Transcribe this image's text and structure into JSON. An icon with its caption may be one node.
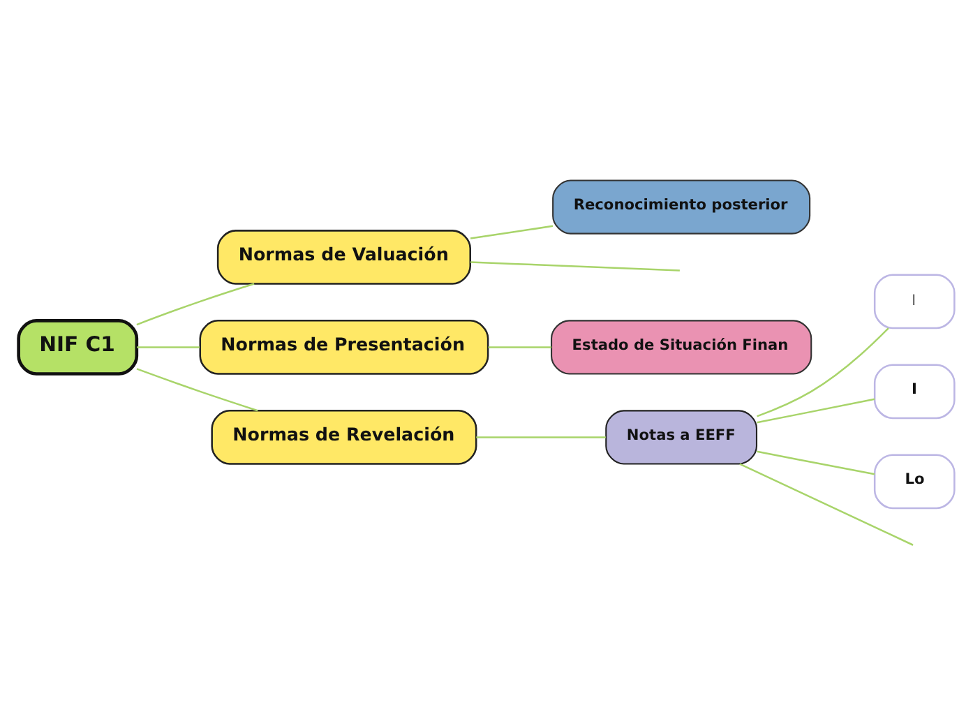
{
  "diagram": {
    "nodes": [
      {
        "text": [
          "NIF C1"
        ]
      },
      {
        "text": [
          "Normas de Valuación"
        ]
      },
      {
        "text": [
          "Reconocimiento posterior"
        ]
      },
      {
        "text": [
          "Normas de Presentación"
        ]
      },
      {
        "text": [
          "Estado de Situación Finan"
        ]
      },
      {
        "text": [
          "Normas de Revelación"
        ]
      },
      {
        "text": [
          "Notas a EEFF"
        ]
      },
      {
        "text": [
          "I"
        ]
      },
      {
        "text": [
          "I"
        ]
      },
      {
        "text": [
          "Lo"
        ]
      }
    ],
    "edges": [
      {
        "from": 0,
        "to": 1,
        "arrow": "none"
      },
      {
        "from": 0,
        "to": 3,
        "arrow": "none"
      },
      {
        "from": 0,
        "to": 5,
        "arrow": "none"
      },
      {
        "from": 1,
        "to": null,
        "arrow": "none"
      },
      {
        "from": 1,
        "to": 2,
        "arrow": "none"
      },
      {
        "from": 3,
        "to": 4,
        "arrow": "none"
      },
      {
        "from": 5,
        "to": 6,
        "arrow": "none"
      },
      {
        "from": 6,
        "to": 7,
        "arrow": "none"
      },
      {
        "from": 6,
        "to": 8,
        "arrow": "none"
      },
      {
        "from": 6,
        "to": 9,
        "arrow": "none"
      },
      {
        "from": 6,
        "to": null,
        "arrow": "none"
      }
    ]
  }
}
